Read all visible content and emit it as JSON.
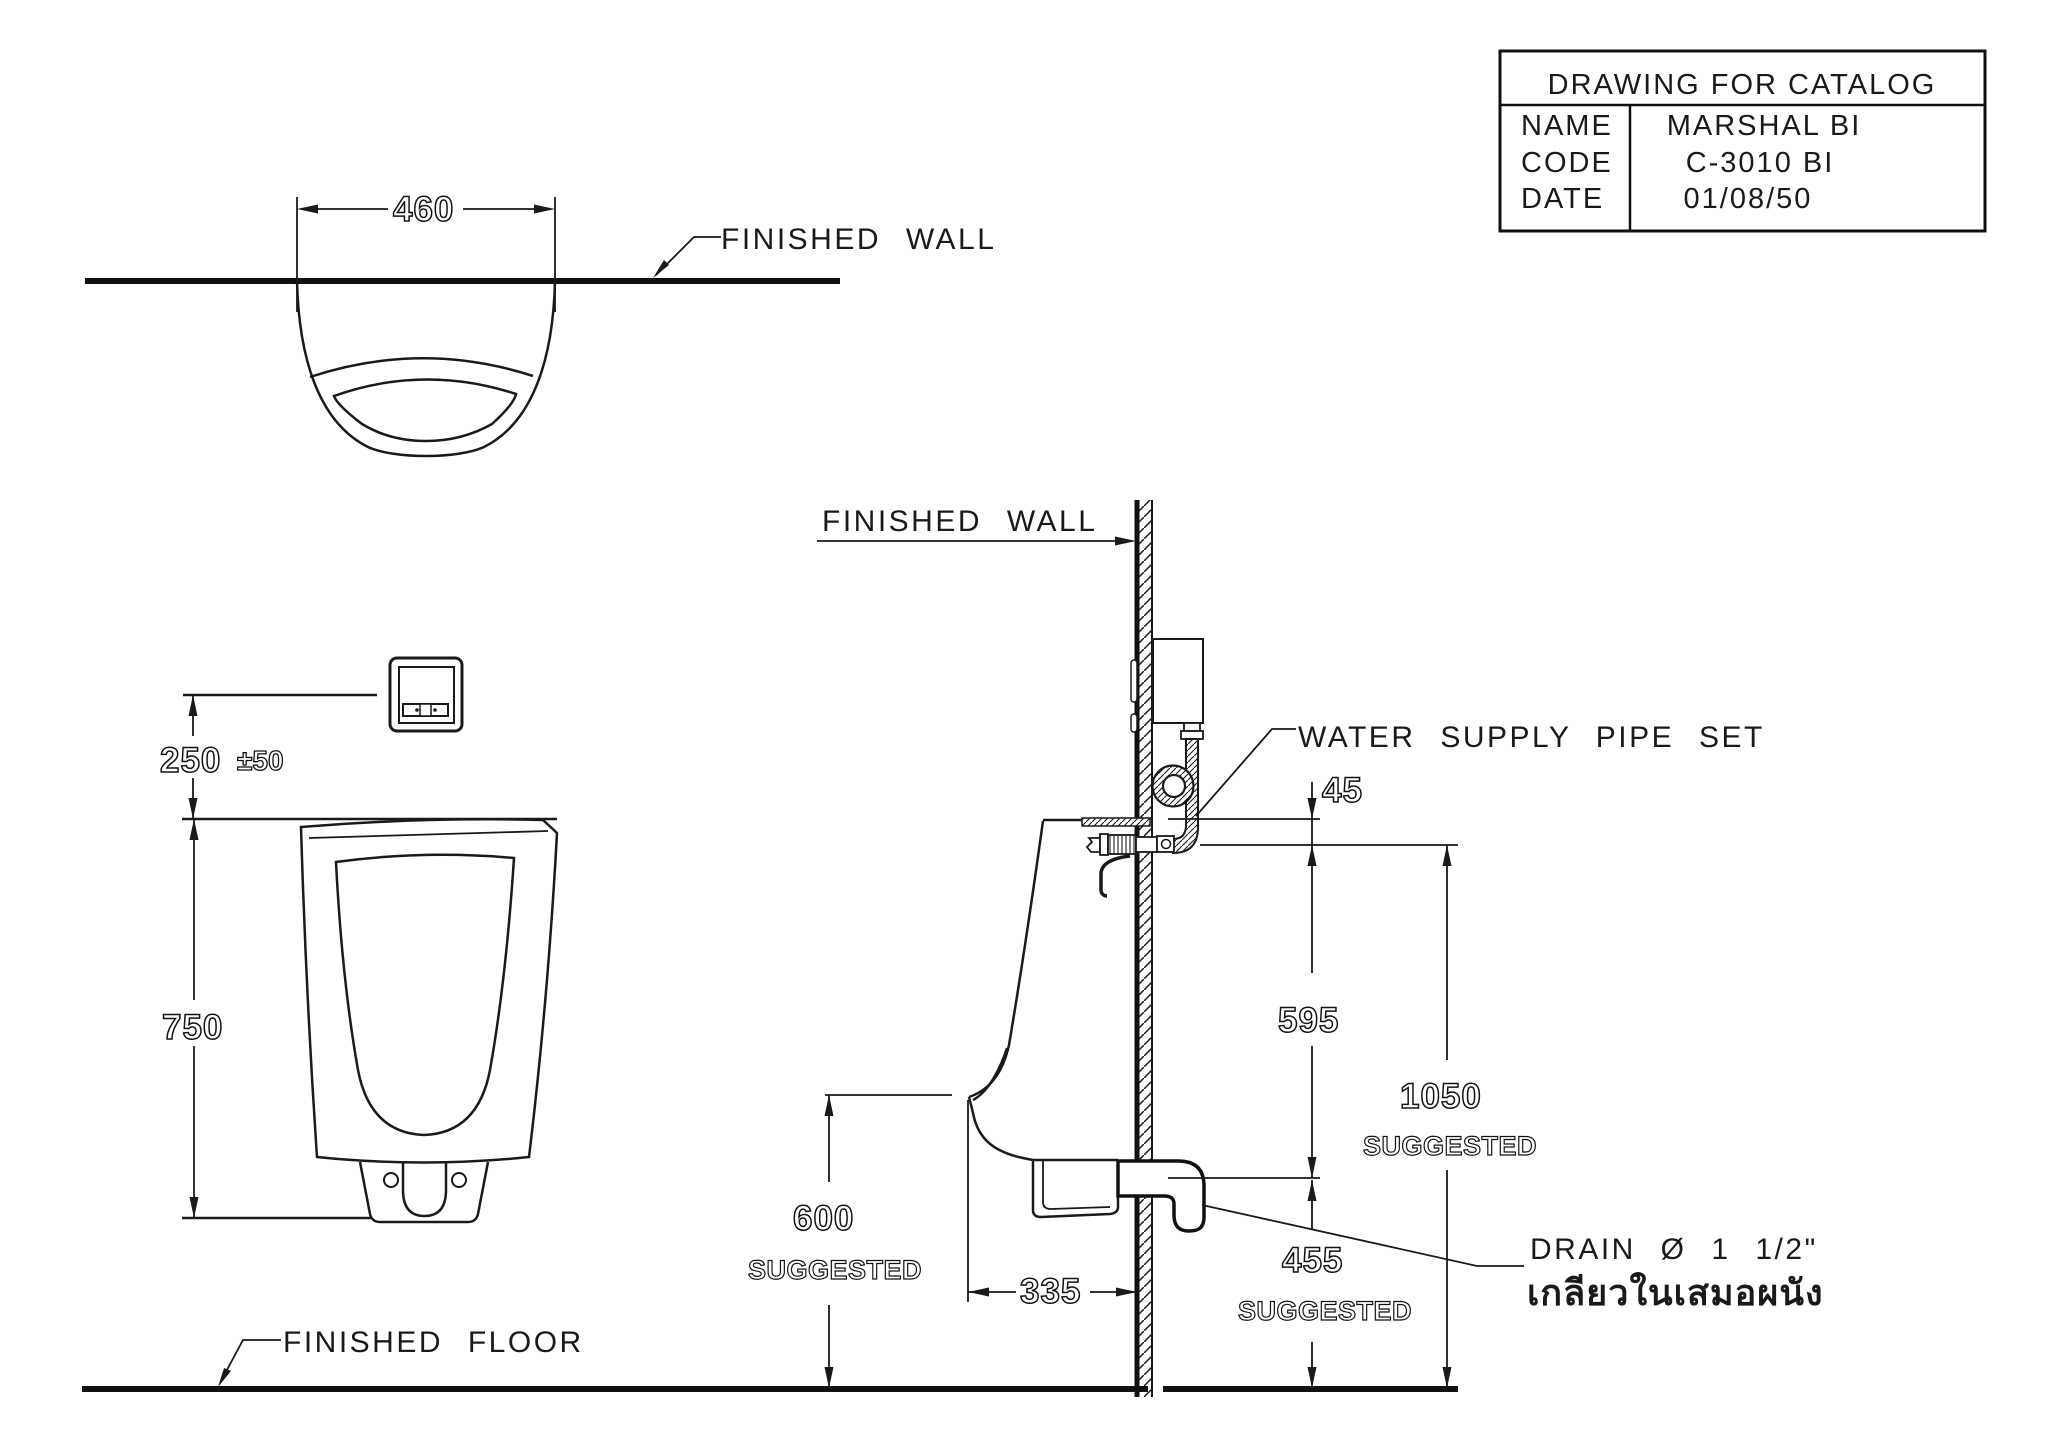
{
  "title_block": {
    "title": "DRAWING FOR CATALOG",
    "rows": [
      {
        "label": "NAME",
        "value": "MARSHAL BI"
      },
      {
        "label": "CODE",
        "value": "C-3010 BI"
      },
      {
        "label": "DATE",
        "value": "01/08/50"
      }
    ]
  },
  "labels": {
    "finished_wall_top": "FINISHED WALL",
    "finished_wall_side": "FINISHED WALL",
    "finished_floor": "FINISHED FLOOR",
    "water_supply": "WATER SUPPLY PIPE SET",
    "drain": "DRAIN Ø 1 1/2\"",
    "drain_thai": "เกลียวในเสมอผนัง",
    "suggested": "SUGGESTED"
  },
  "dimensions": {
    "top_width": "460",
    "inlet_height": "250",
    "inlet_tolerance": "±50",
    "front_height": "750",
    "supply_offset": "45",
    "rim_to_drain": "595",
    "rim_height": "1050",
    "drain_height": "455",
    "front_clearance": "600",
    "depth": "335"
  },
  "colors": {
    "line": "#1a1a1a",
    "background": "#ffffff"
  }
}
